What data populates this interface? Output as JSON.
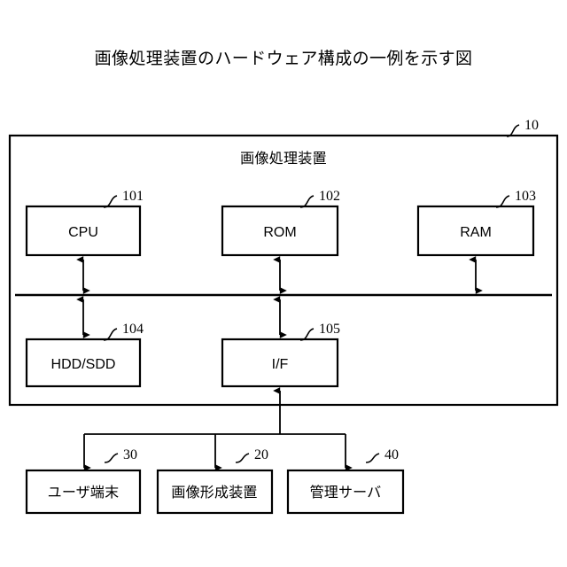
{
  "figure": {
    "title": "画像処理装置のハードウェア構成の一例を示す図",
    "background_color": "#ffffff",
    "line_color": "#000000"
  },
  "outer_unit": {
    "ref": "10",
    "label": "画像処理装置"
  },
  "internal_components": [
    {
      "id": "cpu",
      "label": "CPU",
      "ref": "101"
    },
    {
      "id": "rom",
      "label": "ROM",
      "ref": "102"
    },
    {
      "id": "ram",
      "label": "RAM",
      "ref": "103"
    },
    {
      "id": "hdd",
      "label": "HDD/SDD",
      "ref": "104"
    },
    {
      "id": "if",
      "label": "I/F",
      "ref": "105"
    }
  ],
  "external_devices": [
    {
      "id": "user-terminal",
      "label": "ユーザ端末",
      "ref": "30"
    },
    {
      "id": "image-forming-apparatus",
      "label": "画像形成装置",
      "ref": "20"
    },
    {
      "id": "management-server",
      "label": "管理サーバ",
      "ref": "40"
    }
  ]
}
